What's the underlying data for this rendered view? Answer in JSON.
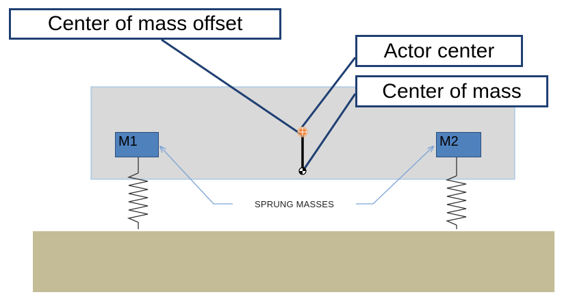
{
  "callouts": {
    "center_of_mass_offset": "Center of mass offset",
    "actor_center": "Actor center",
    "center_of_mass": "Center of mass"
  },
  "masses": {
    "m1": "M1",
    "m2": "M2"
  },
  "sprung_masses_label": "SPRUNG MASSES",
  "colors": {
    "body": "#d9d9d9",
    "body_border": "#9dc3e6",
    "ground": "#c4bc96",
    "mass_fill": "#4f81bd",
    "callout_border": "#1f3f73",
    "leader_line": "#1f3f73",
    "arrow": "#7ba3d6",
    "actor_center_marker": "#f4a460"
  }
}
